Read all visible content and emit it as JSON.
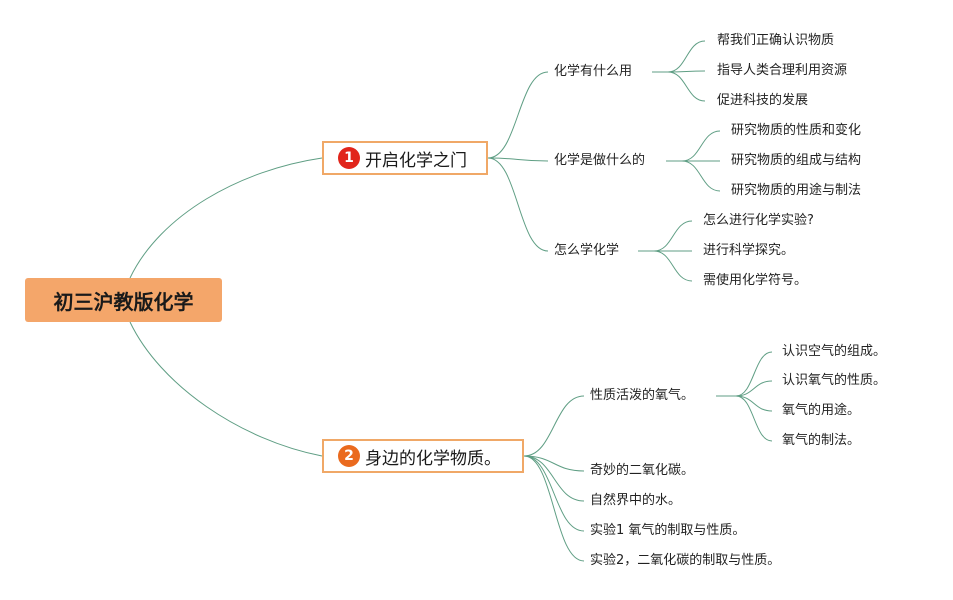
{
  "root": {
    "label": "初三沪教版化学"
  },
  "topic1": {
    "badge": "1",
    "label": "开启化学之门",
    "children": [
      {
        "label": "化学有什么用",
        "items": [
          "帮我们正确认识物质",
          "指导人类合理利用资源",
          "促进科技的发展"
        ]
      },
      {
        "label": "化学是做什么的",
        "items": [
          "研究物质的性质和变化",
          "研究物质的组成与结构",
          "研究物质的用途与制法"
        ]
      },
      {
        "label": "怎么学化学",
        "items": [
          "怎么进行化学实验?",
          "进行科学探究。",
          "需使用化学符号。"
        ]
      }
    ]
  },
  "topic2": {
    "badge": "2",
    "label": "身边的化学物质。",
    "children": [
      {
        "label": "性质活泼的氧气。",
        "items": [
          "认识空气的组成。",
          "认识氧气的性质。",
          "氧气的用途。",
          "氧气的制法。"
        ]
      },
      {
        "label": "奇妙的二氧化碳。"
      },
      {
        "label": "自然界中的水。"
      },
      {
        "label": "实验1 氧气的制取与性质。"
      },
      {
        "label": "实验2，二氧化碳的制取与性质。"
      }
    ]
  },
  "colors": {
    "root_fill": "#f4a66a",
    "topic_border": "#f0a867",
    "connector": "#5f9e84",
    "badge1": "#e1251b",
    "badge2": "#ea6a1e"
  }
}
